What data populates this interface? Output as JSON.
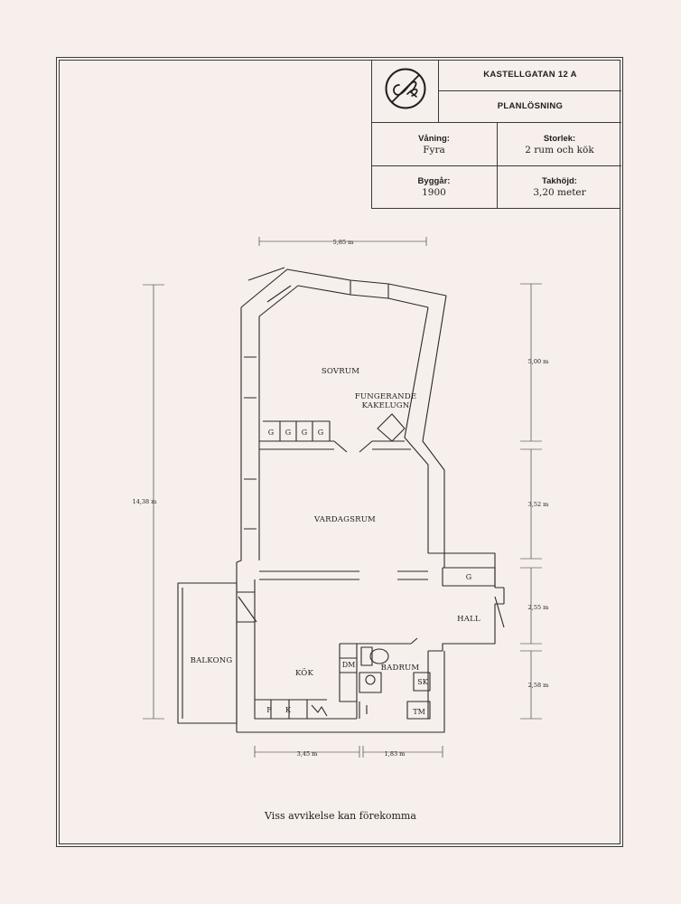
{
  "title_block": {
    "address": "KASTELLGATAN 12 A",
    "subtitle": "PLANLÖSNING",
    "floor_label": "Våning:",
    "floor_value": "Fyra",
    "size_label": "Storlek:",
    "size_value": "2 rum och kök",
    "built_label": "Byggår:",
    "built_value": "1900",
    "ceiling_label": "Takhöjd:",
    "ceiling_value": "3,20 meter"
  },
  "logo": {
    "icon": "monogram-logo-icon"
  },
  "rooms": {
    "sovrum": "SOVRUM",
    "kakelugn_line1": "FUNGERANDE",
    "kakelugn_line2": "KAKELUGN",
    "vardagsrum": "VARDAGSRUM",
    "balkong": "BALKONG",
    "kok": "KÖK",
    "badrum": "BADRUM",
    "hall": "HALL"
  },
  "fixtures": {
    "wardrobe": "G",
    "dishwasher": "DM",
    "fridge": "F",
    "freezer": "K",
    "bath_cabinet": "SK",
    "washer": "TM"
  },
  "dimensions": {
    "top_width": "5,85 m",
    "total_height": "14,38 m",
    "sovrum_height": "5,00 m",
    "vardagsrum_height": "3,52 m",
    "hall_height": "2,55 m",
    "bath_height": "2,58 m",
    "kitchen_width": "3,45 m",
    "bath_width": "1,83 m"
  },
  "footer": "Viss avvikelse kan förekomma"
}
